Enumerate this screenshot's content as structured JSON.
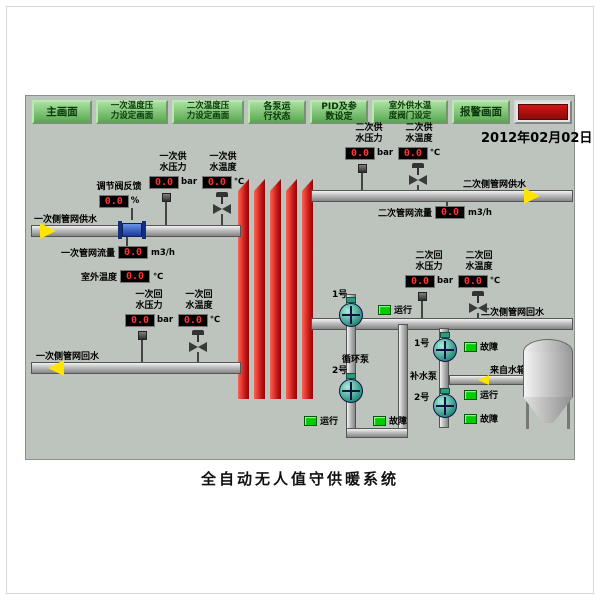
{
  "header": {
    "date": "2012年02月02日"
  },
  "toolbar": {
    "buttons": [
      {
        "label": "主画面"
      },
      {
        "label": "一次温度压力设定画面"
      },
      {
        "label": "二次温度压力设定画面"
      },
      {
        "label": "各泵运行状态"
      },
      {
        "label": "PID及参数设定"
      },
      {
        "label": "室外供水温度阀门设定"
      },
      {
        "label": "报警画面"
      }
    ]
  },
  "gauges": {
    "valve_feedback": {
      "label": "调节阀反馈",
      "value": "0.0",
      "unit": "%"
    },
    "primary_supply_pressure": {
      "label": "一次供水压力",
      "value": "0.0",
      "unit": "bar"
    },
    "primary_supply_temp": {
      "label": "一次供水温度",
      "value": "0.0",
      "unit": "℃"
    },
    "primary_flow": {
      "label": "一次管网流量",
      "value": "0.0",
      "unit": "m3/h"
    },
    "outdoor_temp": {
      "label": "室外温度",
      "value": "0.0",
      "unit": "℃"
    },
    "primary_return_pressure": {
      "label": "一次回水压力",
      "value": "0.0",
      "unit": "bar"
    },
    "primary_return_temp": {
      "label": "一次回水温度",
      "value": "0.0",
      "unit": "℃"
    },
    "secondary_supply_pressure": {
      "label": "二次供水压力",
      "value": "0.0",
      "unit": "bar"
    },
    "secondary_supply_temp": {
      "label": "二次供水温度",
      "value": "0.0",
      "unit": "℃"
    },
    "secondary_flow": {
      "label": "二次管网流量",
      "value": "0.0",
      "unit": "m3/h"
    },
    "secondary_return_pressure": {
      "label": "二次回水压力",
      "value": "0.0",
      "unit": "bar"
    },
    "secondary_return_temp": {
      "label": "二次回水温度",
      "value": "0.0",
      "unit": "℃"
    }
  },
  "pipes": {
    "primary_supply_label": "一次侧管网供水",
    "primary_return_label": "一次侧管网回水",
    "secondary_supply_label": "二次侧管网供水",
    "secondary_return_label": "二次侧管网回水"
  },
  "pumps": {
    "circulation": {
      "group_label": "循环泵",
      "pump1_label": "1号",
      "pump2_label": "2号",
      "run_label": "运行",
      "fault_label": "故障"
    },
    "makeup": {
      "group_label": "补水泵",
      "pump1_label": "1号",
      "pump2_label": "2号",
      "run_label": "运行",
      "fault_label": "故障"
    }
  },
  "tank": {
    "label": "来自水箱"
  },
  "footer": {
    "title": "全自动无人值守供暖系统"
  },
  "colors": {
    "button_green": "#5aa852",
    "alarm_red": "#b01010",
    "exchanger_red": "#c01212",
    "indicator_green": "#00cc00",
    "value_red": "#ff3232",
    "arrow_yellow": "#ffe400"
  }
}
